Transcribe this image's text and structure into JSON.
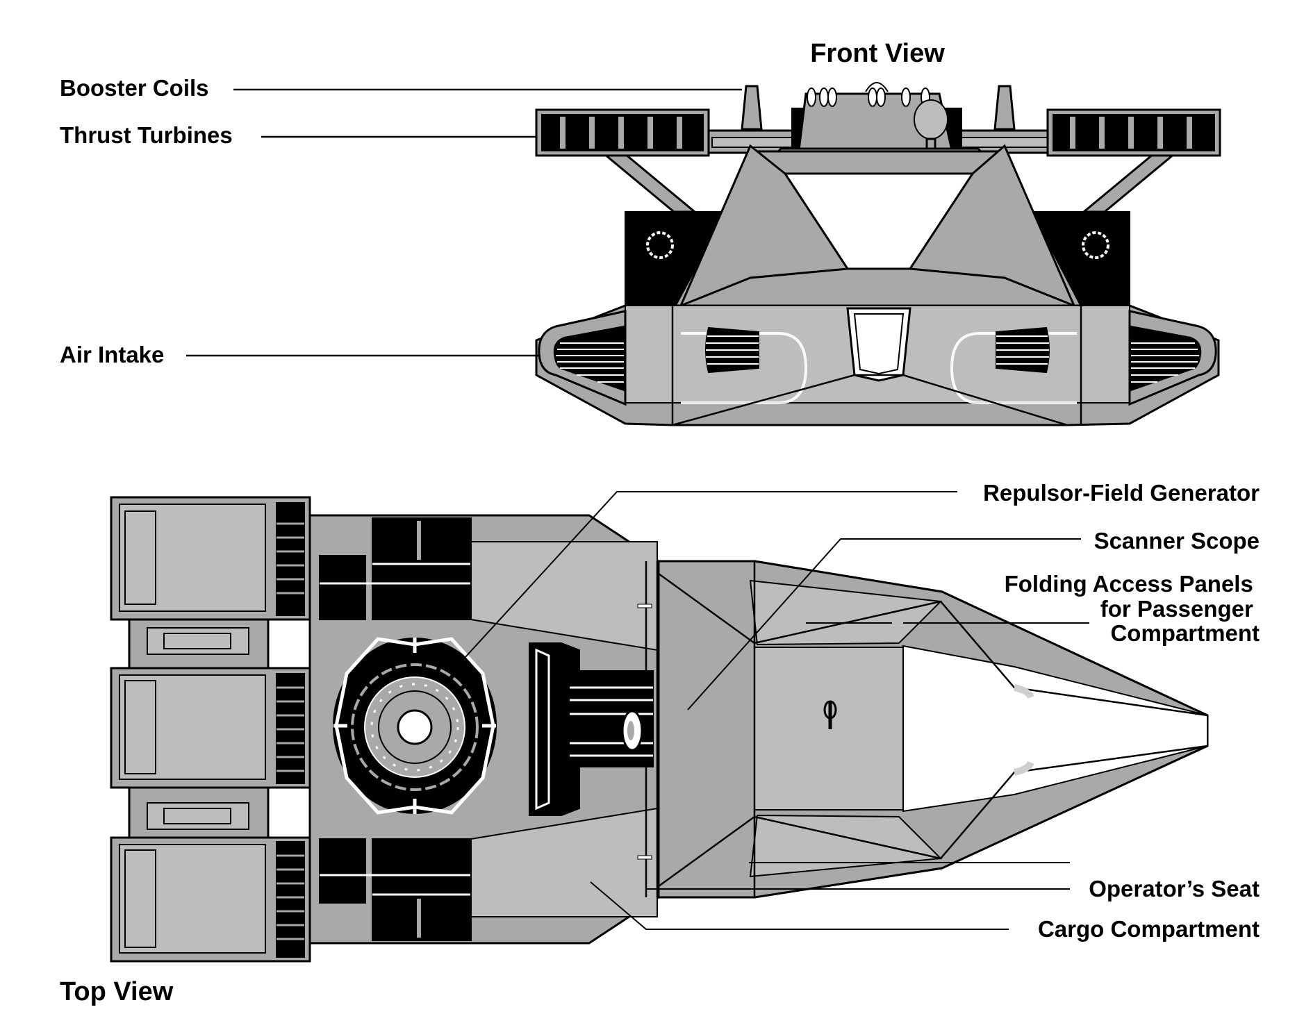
{
  "diagram": {
    "views": {
      "front": {
        "title": "Front View"
      },
      "top": {
        "title": "Top View"
      }
    },
    "colors": {
      "hull": "#a9a9a9",
      "dark": "#000000",
      "highlight": "#ffffff"
    },
    "front_labels": [
      {
        "id": "booster-coils",
        "text": "Booster Coils"
      },
      {
        "id": "thrust-turbines",
        "text": "Thrust Turbines"
      },
      {
        "id": "air-intake",
        "text": "Air Intake"
      }
    ],
    "top_labels": [
      {
        "id": "repulsor-field-generator",
        "text": "Repulsor-Field Generator"
      },
      {
        "id": "scanner-scope",
        "text": "Scanner Scope"
      },
      {
        "id": "folding-access-panels",
        "lines": [
          "Folding Access Panels",
          "for Passenger",
          "Compartment"
        ]
      },
      {
        "id": "operators-seat",
        "text": "Operator’s Seat"
      },
      {
        "id": "cargo-compartment",
        "text": "Cargo Compartment"
      }
    ]
  }
}
